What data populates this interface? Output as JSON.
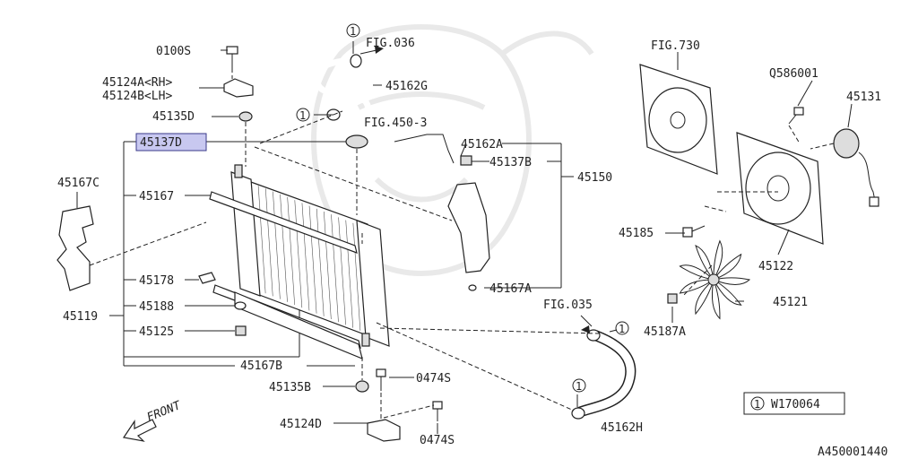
{
  "diagram": {
    "highlighted_part": "45137D",
    "diagram_id": "A450001440",
    "note": {
      "symbol": "1",
      "code": "W170064"
    },
    "labels": {
      "p0100S": "0100S",
      "p45124A": "45124A<RH>",
      "p45124B": "45124B<LH>",
      "p45135D": "45135D",
      "p45137D": "45137D",
      "p45167C": "45167C",
      "p45167": "45167",
      "p45178": "45178",
      "p45188": "45188",
      "p45119": "45119",
      "p45125": "45125",
      "p45167B": "45167B",
      "p45135B": "45135B",
      "p0474S_1": "0474S",
      "p45124D": "45124D",
      "p0474S_2": "0474S",
      "fig036": "FIG.036",
      "p45162G": "45162G",
      "fig4503": "FIG.450-3",
      "p45162A": "45162A",
      "p45137B": "45137B",
      "p45150": "45150",
      "p45167A": "45167A",
      "fig035": "FIG.035",
      "p45162H": "45162H",
      "fig730": "FIG.730",
      "q586001": "Q586001",
      "p45131": "45131",
      "p45185": "45185",
      "p45122": "45122",
      "p45121": "45121",
      "p45187A": "45187A",
      "front": "FRONT",
      "c1": "1"
    }
  }
}
